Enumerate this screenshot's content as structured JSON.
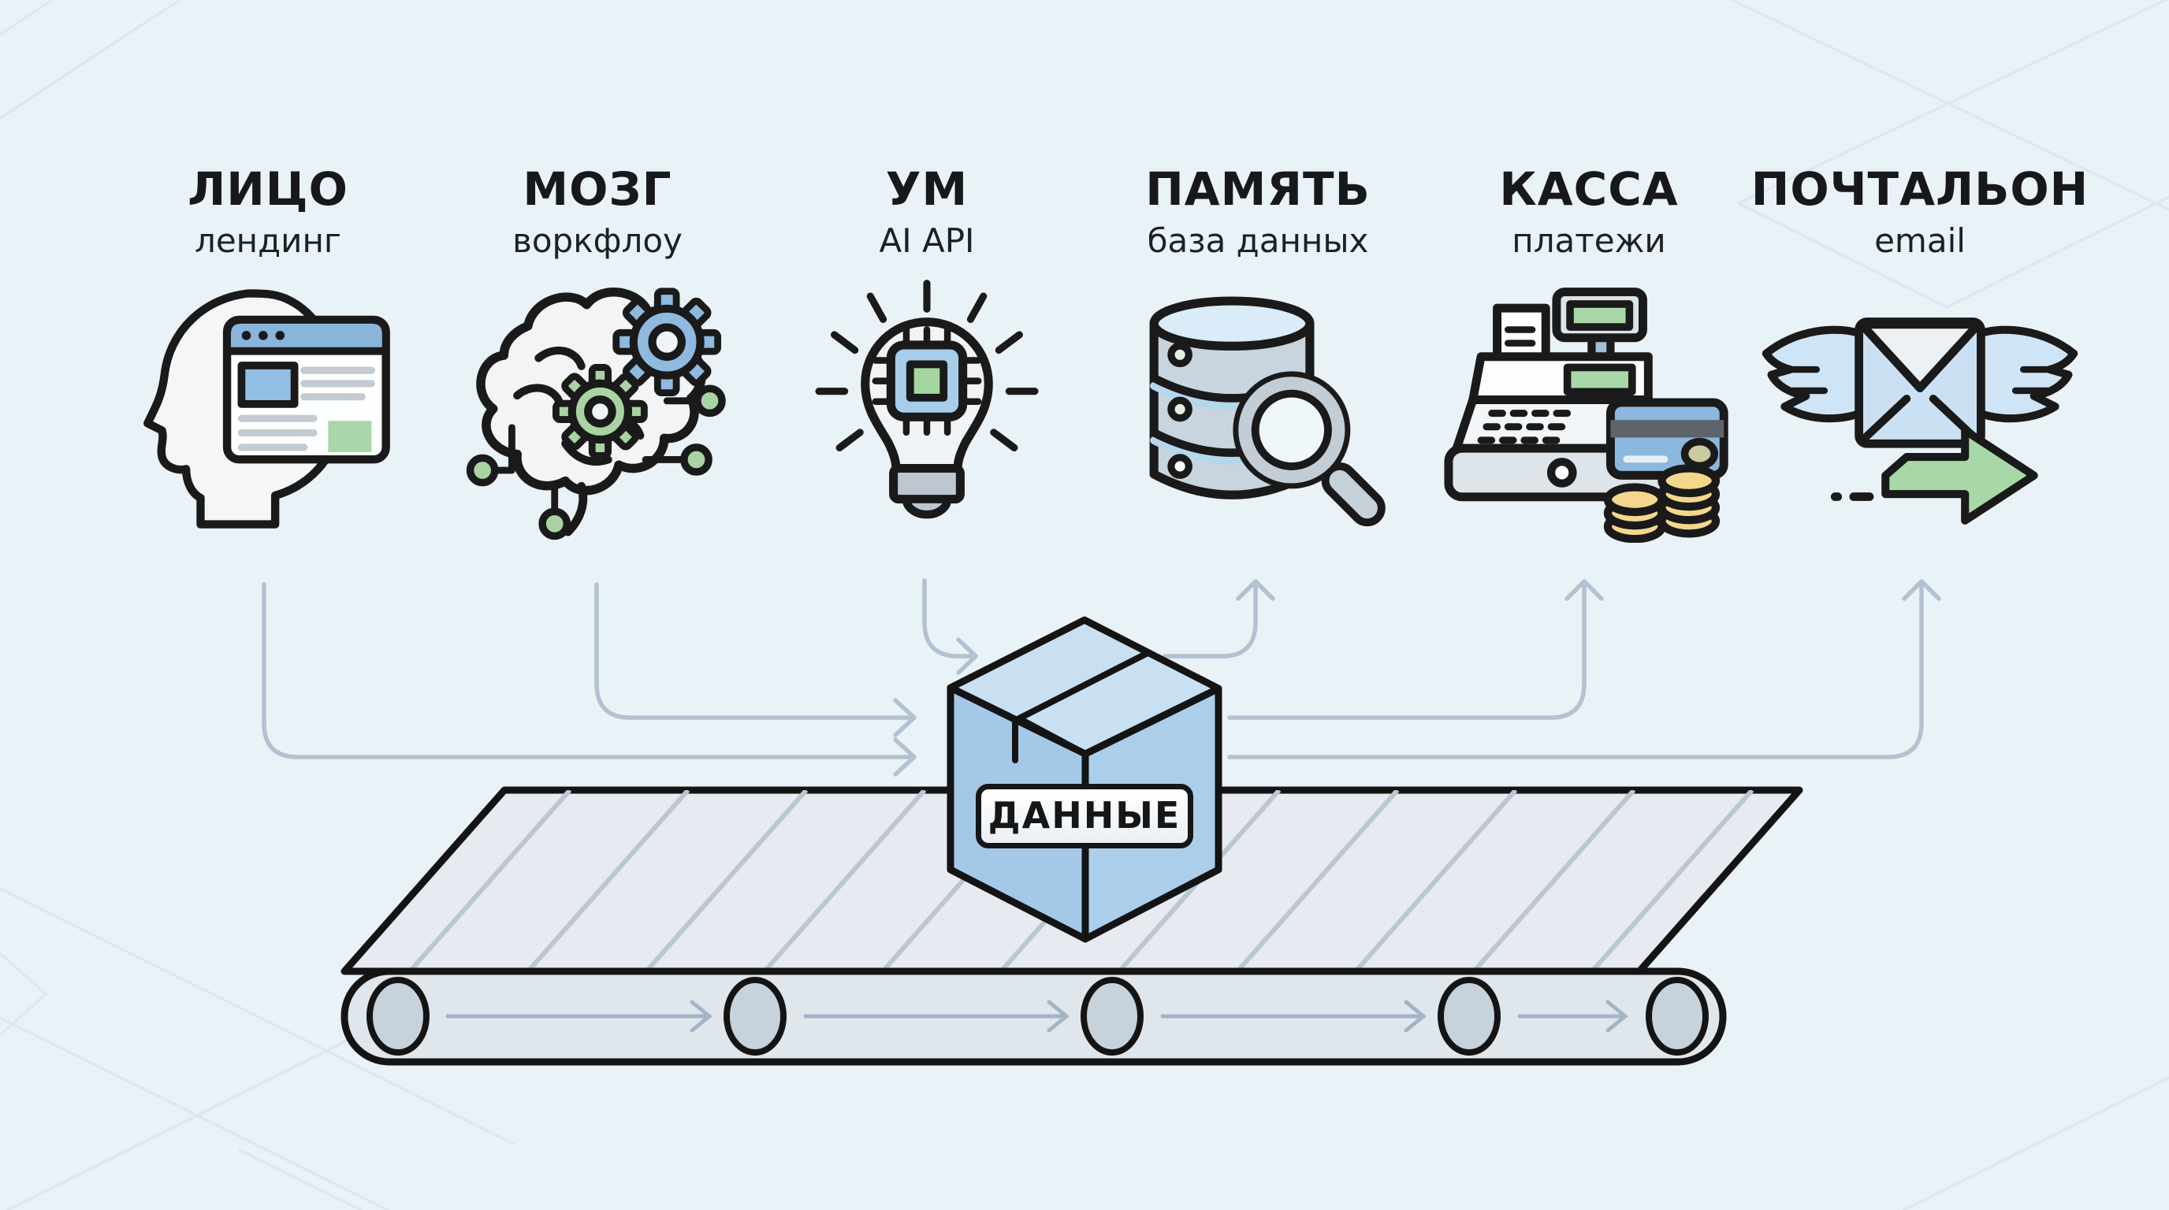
{
  "meta": {
    "background_color": "#e9f2f7",
    "outline_color": "#1a1a1a",
    "connector_color": "#b3c1d1",
    "accent_blue": "#8ab5da",
    "accent_green": "#a9d7a9",
    "coin_gold": "#f4d78d"
  },
  "stations": [
    {
      "title": "ЛИЦО",
      "subtitle": "лендинг",
      "icon": "head-browser-icon"
    },
    {
      "title": "МОЗГ",
      "subtitle": "воркфлоу",
      "icon": "brain-gears-icon"
    },
    {
      "title": "УМ",
      "subtitle": "AI API",
      "icon": "bulb-chip-icon"
    },
    {
      "title": "ПАМЯТЬ",
      "subtitle": "база данных",
      "icon": "database-search-icon"
    },
    {
      "title": "КАССА",
      "subtitle": "платежи",
      "icon": "cash-register-icon"
    },
    {
      "title": "ПОЧТАЛЬОН",
      "subtitle": "email",
      "icon": "winged-envelope-icon"
    }
  ],
  "conveyor": {
    "box_label": "ДАННЫЕ"
  }
}
